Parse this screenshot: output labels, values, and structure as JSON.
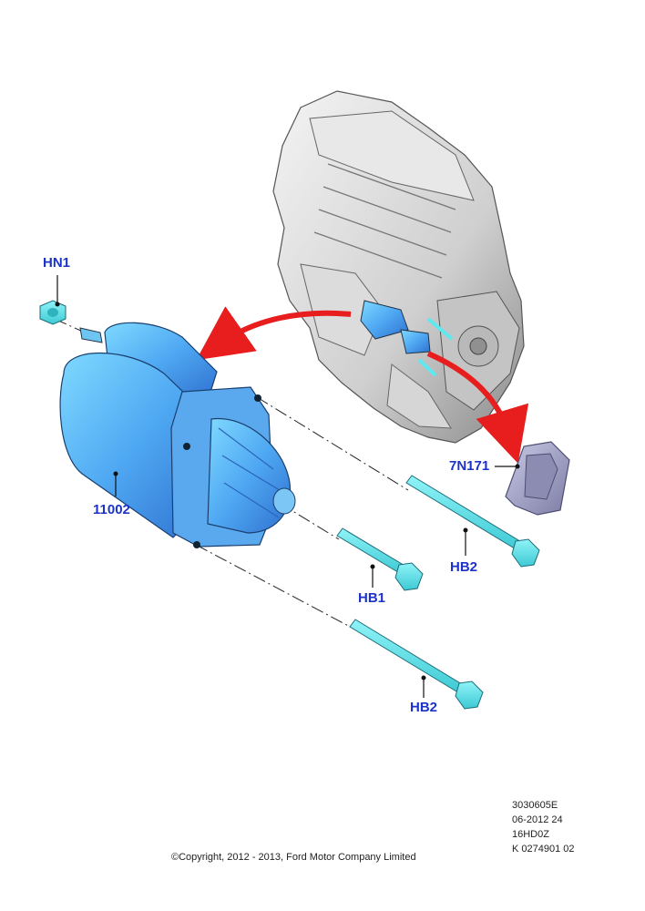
{
  "diagram": {
    "callouts": {
      "hn1": "HN1",
      "starter": "11002",
      "bolt_hb1": "HB1",
      "bolt_hb2_upper": "HB2",
      "bolt_hb2_lower": "HB2",
      "cover": "7N171"
    },
    "footer": {
      "ref_code": "3030605E",
      "date_code": "06-2012 24",
      "model_code": "16HD0Z",
      "part_code": "K 0274901 02",
      "copyright": "©Copyright, 2012 - 2013, Ford Motor Company Limited"
    },
    "colors": {
      "callout_text": "#1c33c9",
      "part_cyan": "#5ee8f0",
      "part_blue": "#4f9cf0",
      "engine_grey": "#cfcfcf",
      "cover_purple": "#a6a6c9",
      "arrow_red": "#e81e1e"
    }
  }
}
